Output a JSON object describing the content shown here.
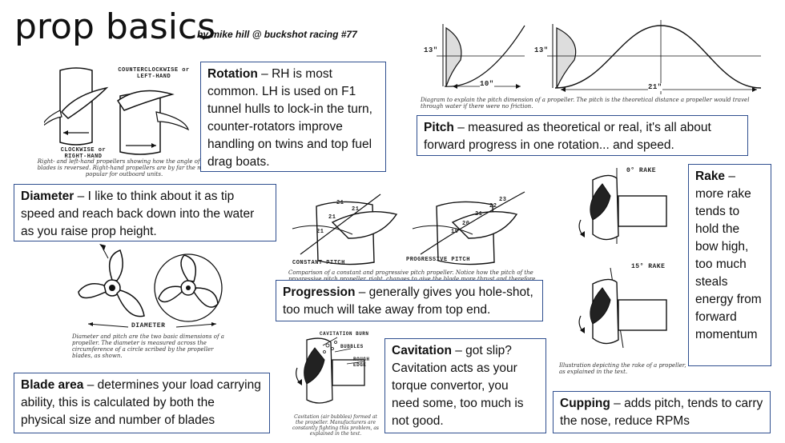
{
  "header": {
    "title": "prop basics",
    "byline": "by mike hill @ buckshot racing #77"
  },
  "rotation": {
    "heading": "Rotation",
    "text": " – RH is most common. LH is used on F1 tunnel hulls to lock-in the turn, counter-rotators improve handling on twins and top fuel drag boats.",
    "fig_label_top": "COUNTERCLOCKWISE or LEFT-HAND",
    "fig_label_bottom": "CLOCKWISE or RIGHT-HAND",
    "caption": "Right- and left-hand propellers showing how the angle of the blades is reversed. Right-hand propellers are by far the most popular for outboard units."
  },
  "pitch": {
    "heading": "Pitch",
    "text": " – measured as theoretical or real, it's all about forward progress in one rotation... and speed.",
    "dim_left": "13\"",
    "dim_right": "13\"",
    "len_left": "10\"",
    "len_right": "21\"",
    "caption": "Diagram to explain the pitch dimension of a propeller. The pitch is the theoretical distance a propeller would travel through water if there were no friction."
  },
  "diameter": {
    "heading": "Diameter",
    "text": " – I like to think about it as tip speed and reach back down into the water as you raise prop height.",
    "fig_label": "DIAMETER",
    "caption": "Diameter and pitch are the two basic dimensions of a propeller. The diameter is measured across the circumference of a circle scribed by the propeller blades, as shown."
  },
  "progression": {
    "heading": "Progression",
    "text": " – generally gives you hole-shot, too much will take away from top end.",
    "label_left": "CONSTANT PITCH",
    "label_right": "PROGRESSIVE PITCH",
    "nums_left": [
      "21",
      "21",
      "21",
      "21"
    ],
    "nums_right": [
      "23",
      "22",
      "21",
      "20",
      "19"
    ],
    "caption": "Comparison of a constant and progressive pitch propeller. Notice how the pitch of the progressive pitch propeller, right, changes to give the blade more thrust and therefore, the boat more speed."
  },
  "rake": {
    "heading": "Rake",
    "text": " – more rake tends to hold the bow high, too much steals energy from forward momentum",
    "label_top": "0° RAKE",
    "label_bottom": "15° RAKE",
    "caption": "Illustration depicting the rake of a propeller, as explained in the text."
  },
  "blade_area": {
    "heading": "Blade area",
    "text": " – determines your load carrying ability, this is calculated by both the physical size and number of blades"
  },
  "cavitation": {
    "heading": "Cavitation",
    "text": " – got slip? Cavitation acts as your torque convertor, you need some, too much is not good.",
    "label_burn": "CAVITATION BURN",
    "label_bubbles": "BUBBLES",
    "label_edge": "ROUGH EDGE",
    "caption": "Cavitation (air bubbles) formed at the propeller. Manufacturers are constantly fighting this problem, as explained in the text."
  },
  "cupping": {
    "heading": "Cupping",
    "text": " – adds pitch, tends to carry the nose, reduce RPMs"
  },
  "colors": {
    "box_border": "#2f4f8f",
    "text": "#111111",
    "background": "#ffffff"
  }
}
